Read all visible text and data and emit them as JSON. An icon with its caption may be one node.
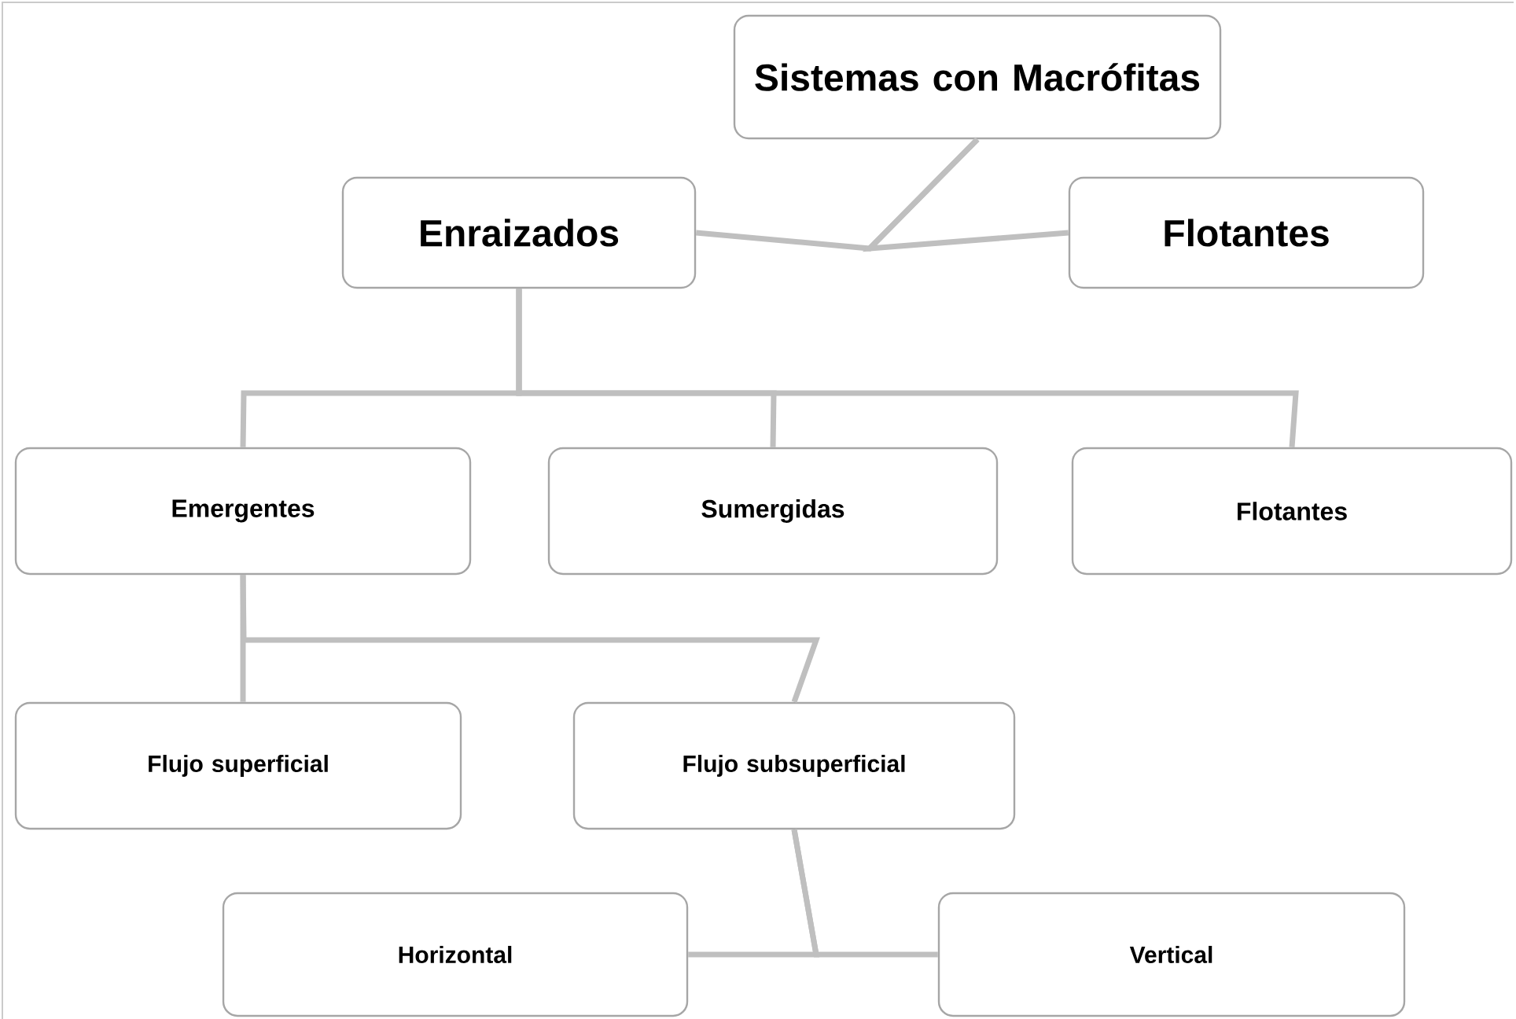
{
  "diagram": {
    "nodes": [
      {
        "text": [
          "Sistemas  con Macrófitas"
        ]
      },
      {
        "text": [
          "Enraizados"
        ]
      },
      {
        "text": [
          "Flotantes"
        ]
      },
      {
        "text": [
          "Emergentes"
        ]
      },
      {
        "text": [
          "Sumergidas"
        ]
      },
      {
        "text": [
          "Flotantes"
        ]
      },
      {
        "text": [
          "Flujo superficial"
        ]
      },
      {
        "text": [
          "Flujo subsuperficial"
        ]
      },
      {
        "text": [
          "Horizontal"
        ]
      },
      {
        "text": [
          "Vertical"
        ]
      }
    ],
    "edges": [
      {
        "from": 0,
        "to": 1,
        "arrow": "none"
      },
      {
        "from": 0,
        "to": 2,
        "arrow": "none"
      },
      {
        "from": 1,
        "to": 3,
        "arrow": "none"
      },
      {
        "from": 1,
        "to": 4,
        "arrow": "none"
      },
      {
        "from": 1,
        "to": 5,
        "arrow": "none"
      },
      {
        "from": 3,
        "to": 6,
        "arrow": "none"
      },
      {
        "from": 3,
        "to": 7,
        "arrow": "none"
      },
      {
        "from": 7,
        "to": 8,
        "arrow": "none"
      },
      {
        "from": 7,
        "to": 9,
        "arrow": "none"
      }
    ]
  }
}
